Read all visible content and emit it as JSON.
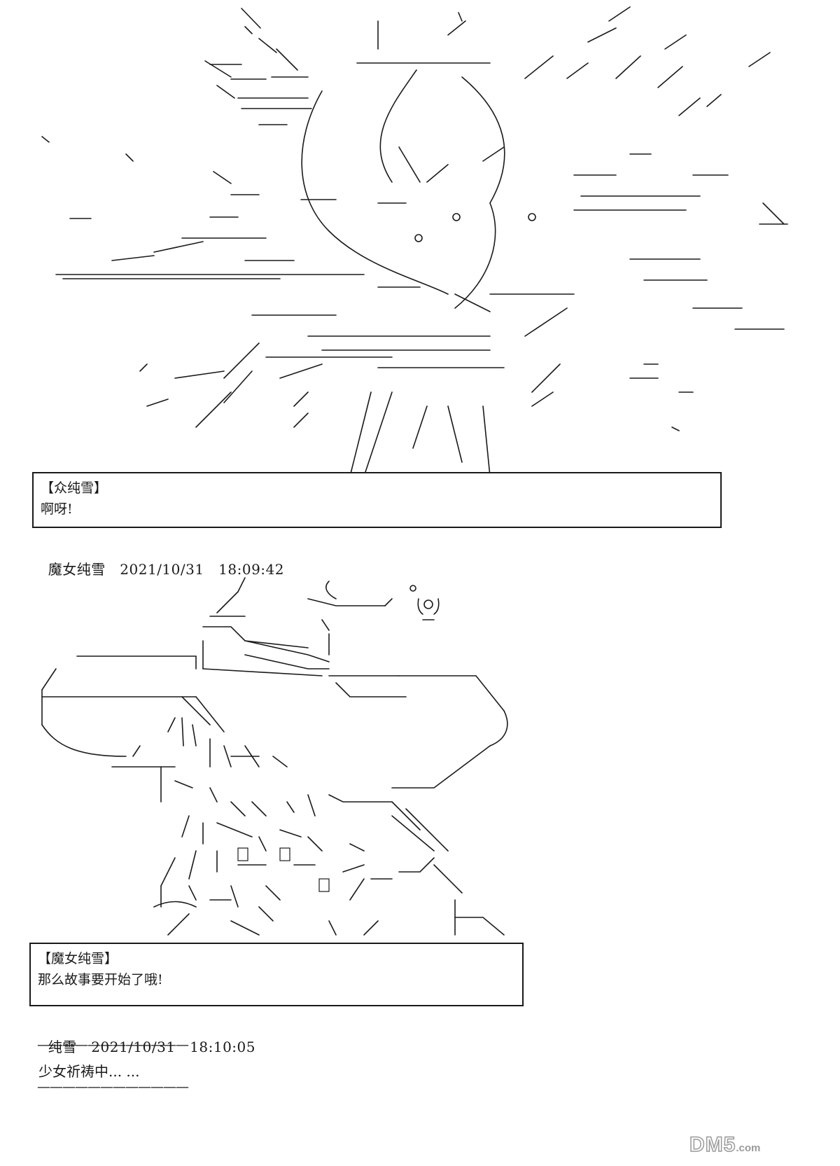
{
  "colors": {
    "ink": "#1a1a1a",
    "background": "#ffffff",
    "watermark": "#9a9a9a"
  },
  "post1": {
    "speaker": "【众纯雪】",
    "line": "啊呀!"
  },
  "post2": {
    "author": "魔女纯雪",
    "date": "2021/10/31",
    "time": "18:09:42",
    "speaker": "【魔女纯雪】",
    "line": "那么故事要开始了哦!"
  },
  "post3": {
    "author": "纯雪",
    "date": "2021/10/31",
    "time": "18:10:05",
    "separator_top": "————————————",
    "text": "少女祈祷中... ...",
    "separator_bottom": "————————————"
  },
  "watermark": {
    "brand": "DM5",
    "suffix": ".com"
  }
}
